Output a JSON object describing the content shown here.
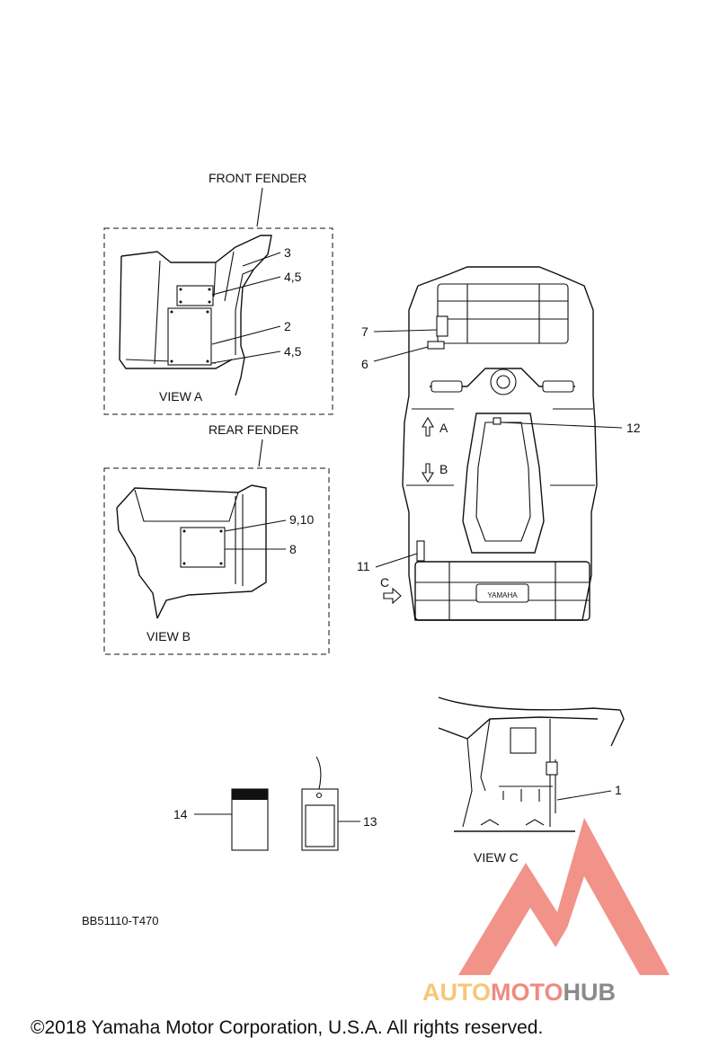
{
  "titles": {
    "front_fender": "FRONT FENDER",
    "rear_fender": "REAR FENDER",
    "view_a": "VIEW A",
    "view_b": "VIEW B",
    "view_c": "VIEW C"
  },
  "callouts": {
    "c1": "1",
    "c2": "2",
    "c3": "3",
    "c45_upper": "4,5",
    "c45_lower": "4,5",
    "c6": "6",
    "c7": "7",
    "c8": "8",
    "c910": "9,10",
    "c11": "11",
    "c12": "12",
    "c13": "13",
    "c14": "14"
  },
  "arrows": {
    "a": "A",
    "b": "B",
    "c": "C"
  },
  "badge": "YAMAHA",
  "part_code": "BB51110-T470",
  "watermark": {
    "part1": "AUTO",
    "part2": "MOTO",
    "part3": "HUB",
    "color_light": "#f7c777",
    "color_red": "#f08a80",
    "color_gray": "#8a8a8a"
  },
  "copyright": "©2018 Yamaha Motor Corporation, U.S.A. All rights reserved."
}
